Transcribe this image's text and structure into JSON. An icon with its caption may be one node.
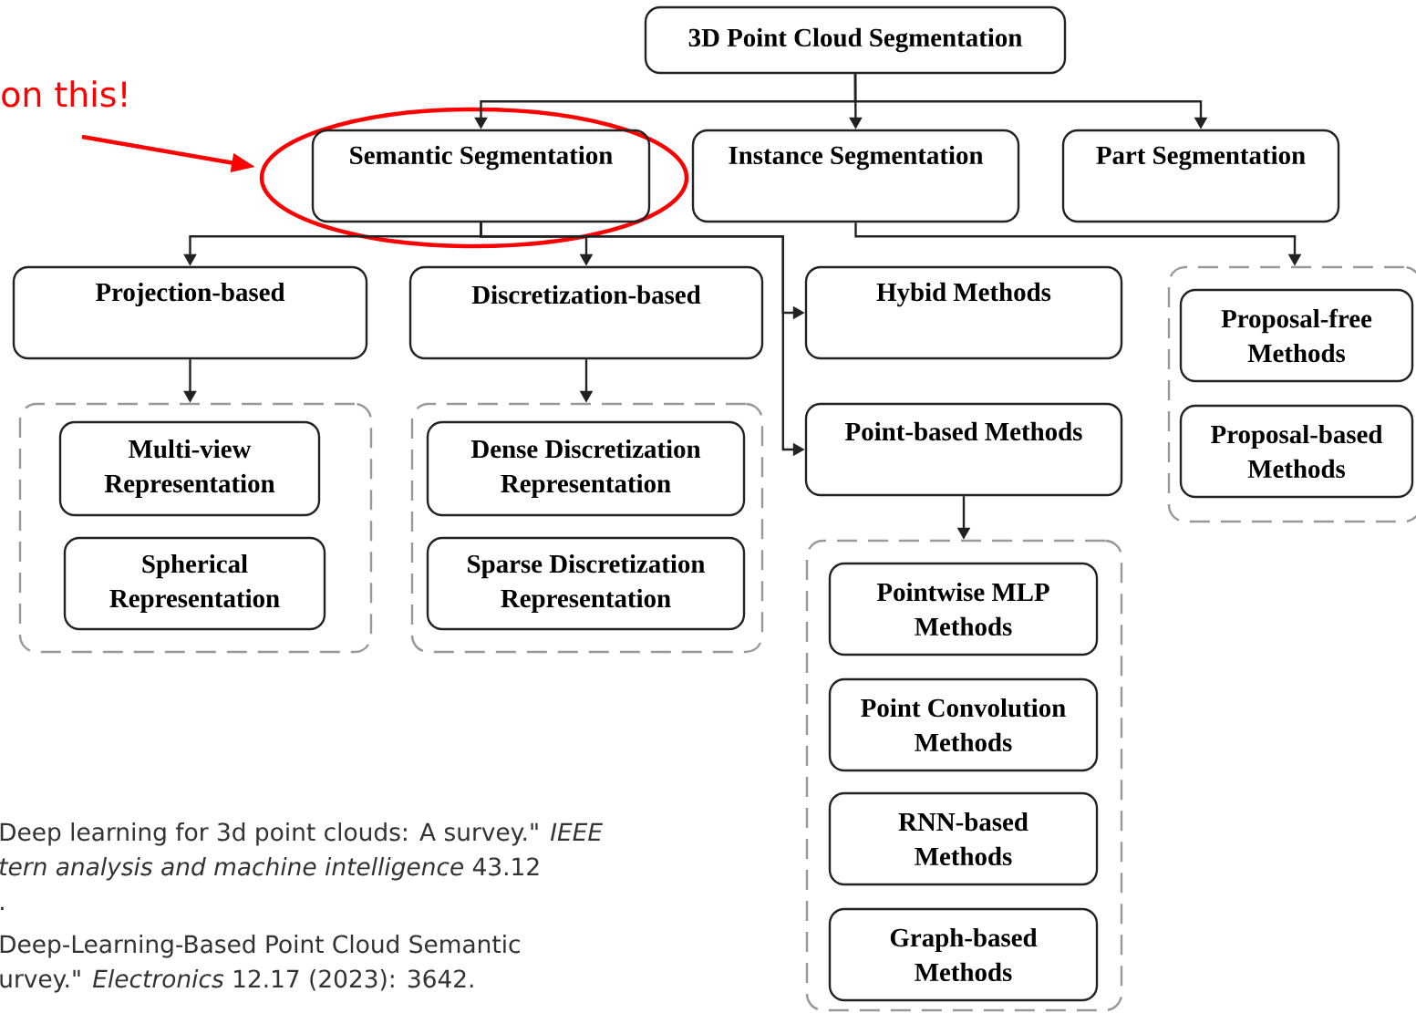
{
  "diagram": {
    "nodes": [
      {
        "text": [
          "3D Point Cloud Segmentation"
        ]
      },
      {
        "text": [
          "Semantic Segmentation"
        ]
      },
      {
        "text": [
          "Instance Segmentation"
        ]
      },
      {
        "text": [
          "Part Segmentation"
        ]
      },
      {
        "text": [
          "Projection-based"
        ]
      },
      {
        "text": [
          "Discretization-based"
        ]
      },
      {
        "text": [
          "Hybid Methods"
        ]
      },
      {
        "text": [],
        "shape": "box"
      },
      {
        "text": [
          "Multi-view Representation"
        ],
        "in": 7
      },
      {
        "text": [
          "Spherical Representation"
        ],
        "in": 7
      },
      {
        "text": [],
        "shape": "box"
      },
      {
        "text": [
          "Dense Discretization Representation"
        ],
        "in": 10
      },
      {
        "text": [
          "Sparse Discretization Representation"
        ],
        "in": 10
      },
      {
        "text": [
          "Point-based Methods"
        ]
      },
      {
        "text": [],
        "shape": "box"
      },
      {
        "text": [
          "Proposal-free Methods"
        ],
        "in": 14
      },
      {
        "text": [
          "Proposal-based Methods"
        ],
        "in": 14
      },
      {
        "text": [],
        "shape": "box"
      },
      {
        "text": [
          "Pointwise MLP Methods"
        ],
        "in": 17
      },
      {
        "text": [
          "Point Convolution Methods"
        ],
        "in": 17
      },
      {
        "text": [
          "RNN-based Methods"
        ],
        "in": 17
      },
      {
        "text": [
          "Graph-based Methods"
        ],
        "in": 17
      }
    ],
    "edges": [
      {
        "from": 0,
        "to": 1,
        "arrow": "to"
      },
      {
        "from": 0,
        "to": 2,
        "arrow": "to"
      },
      {
        "from": 0,
        "to": 3,
        "arrow": "to"
      },
      {
        "from": 1,
        "to": 4,
        "arrow": "to"
      },
      {
        "from": 1,
        "to": 5,
        "arrow": "to"
      },
      {
        "from": 1,
        "to": 6,
        "arrow": "to"
      },
      {
        "from": 1,
        "to": 13,
        "arrow": "to"
      },
      {
        "from": 2,
        "to": 14,
        "arrow": "to"
      },
      {
        "from": 4,
        "to": 7,
        "arrow": "to"
      },
      {
        "from": 5,
        "to": 10,
        "arrow": "to"
      },
      {
        "from": 13,
        "to": 17,
        "arrow": "to"
      }
    ],
    "labels": [
      "on this!",
      "Deep learning for 3d point clouds: A survey.\" *IEEE*",
      "*tern analysis and machine intelligence* 43.12",
      ".",
      "Deep-Learning-Based Point Cloud Semantic",
      "urvey.\" *Electronics* 12.17 (2023): 3642."
    ]
  }
}
